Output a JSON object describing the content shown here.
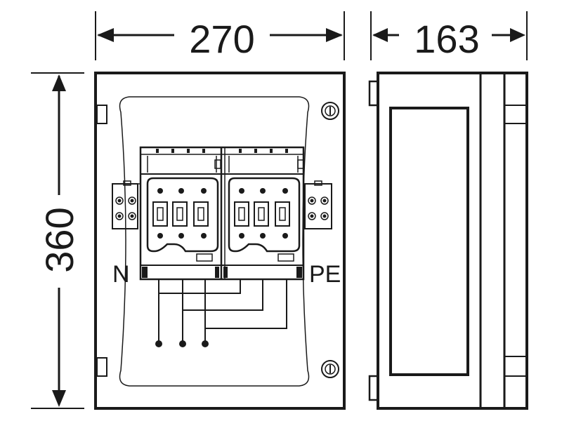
{
  "dimensions": {
    "width_label": "270",
    "depth_label": "163",
    "height_label": "360"
  },
  "terminals": {
    "neutral_label": "N",
    "earth_label": "PE"
  },
  "icons": [
    "arrow-icon",
    "screw-icon",
    "hinge-icon"
  ],
  "colors": {
    "line": "#1a1a1a",
    "background": "#ffffff"
  }
}
